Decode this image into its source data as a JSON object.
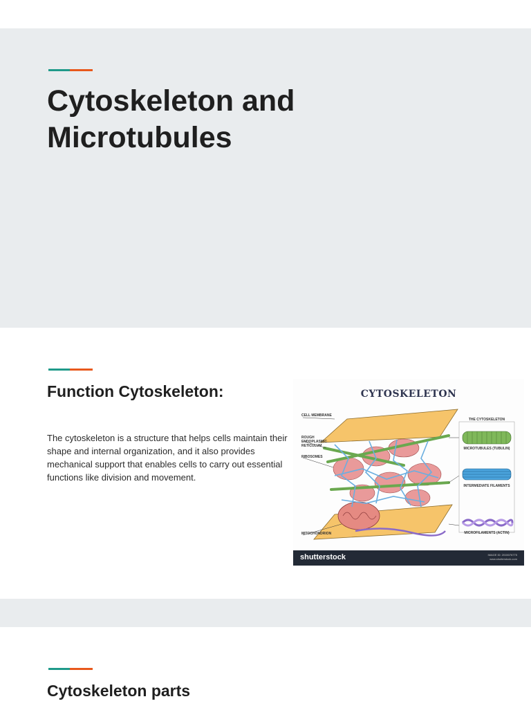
{
  "hero": {
    "title_line1": "Cytoskeleton and",
    "title_line2": "Microtubules"
  },
  "function_section": {
    "heading": "Function Cytoskeleton:",
    "body": "The cytoskeleton is a structure that helps cells maintain their shape and internal organization, and it also provides mechanical support that enables cells to carry out essential functions like division and movement."
  },
  "figure": {
    "title": "CYTOSKELETON",
    "left_labels": [
      "CELL MEMBRANE",
      "ROUGH ENDOPLASMIC RETICULUM",
      "RIBOSOMES",
      "MITOCHONDRION"
    ],
    "right_heading": "THE CYTOSKELETON",
    "right_labels": [
      "MICROTUBULES (TUBULIN)",
      "INTERMEDIATE FILAMENTS",
      "MICROFILAMENTS (ACTIN)"
    ],
    "brand": "shutterstock",
    "image_id": "IMAGE ID: 2015076775",
    "site": "www.shutterstock.com"
  },
  "parts_section": {
    "heading": "Cytoskeleton parts"
  },
  "colors": {
    "band_gray": "#e9ecee",
    "accent_teal": "#1f9a8a",
    "accent_orange": "#e8581c"
  }
}
